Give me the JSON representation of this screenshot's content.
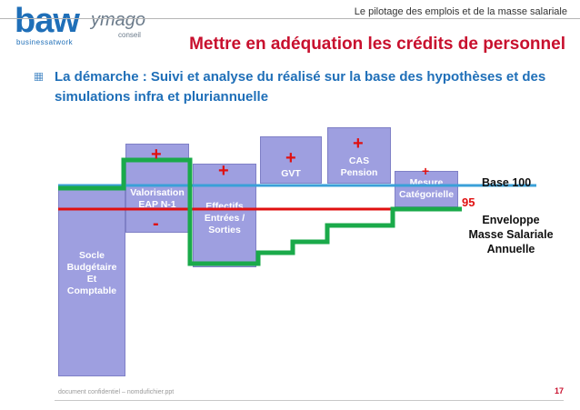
{
  "header": {
    "logo_baw": "baw",
    "logo_baw_sub": "businessatwork",
    "logo_ymago": "ymago",
    "logo_ymago_sub": "conseil",
    "top_title": "Le pilotage des emplois et de la masse salariale"
  },
  "slide": {
    "title": "Mettre en adéquation les crédits de personnel",
    "intro": "La démarche : Suivi et analyse du réalisé sur la base des hypothèses et des simulations infra et pluriannuelle"
  },
  "diagram": {
    "boxes": [
      {
        "id": "socle",
        "label": "Socle Budgétaire Et Comptable"
      },
      {
        "id": "valorisation",
        "label": "Valorisation EAP N-1"
      },
      {
        "id": "effectifs",
        "label": "Effectifs Entrées / Sorties"
      },
      {
        "id": "gvt",
        "label": "GVT"
      },
      {
        "id": "cas",
        "label": "CAS Pension"
      },
      {
        "id": "mesure",
        "label": "Mesure Catégorielle"
      }
    ],
    "signs": {
      "valorisation_plus": "+",
      "valorisation_minus": "-",
      "effectifs_plus": "+",
      "gvt_plus": "+",
      "cas_plus": "+",
      "mesure_plus": "+"
    },
    "base_label": "Base 100",
    "value_95": "95",
    "envelope_label": "Enveloppe Masse Salariale Annuelle",
    "colors": {
      "box": "#9e9fe0",
      "base_line": "#3aa0d8",
      "envelope_line": "#e01010",
      "trajectory": "#1aaa4a"
    }
  },
  "footer": {
    "confidential": "document confidentiel – nomdufichier.ppt",
    "page": "17"
  }
}
